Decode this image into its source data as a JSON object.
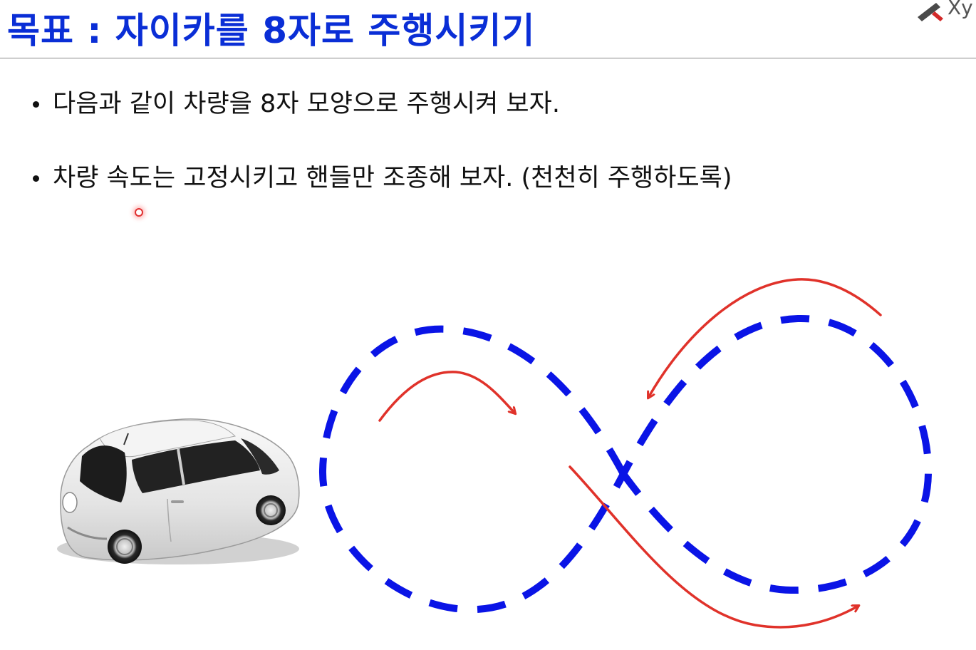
{
  "slide": {
    "title": "목표 : 자이카를 8자로 주행시키기",
    "logo_text": "Xy",
    "bullets": [
      "다음과 같이 차량을 8자 모양으로 주행시켜 보자.",
      "차량 속도는 고정시키고 핸들만 조종해 보자. (천천히 주행하도록)"
    ]
  },
  "colors": {
    "title": "#0a2ed6",
    "track_dash": "#0a14e6",
    "direction_arrow": "#e0322a",
    "pointer": "#e03030"
  },
  "icons": {
    "logo": "xycar-logo-icon",
    "car": "car-icon",
    "pointer": "laser-pointer-icon"
  }
}
